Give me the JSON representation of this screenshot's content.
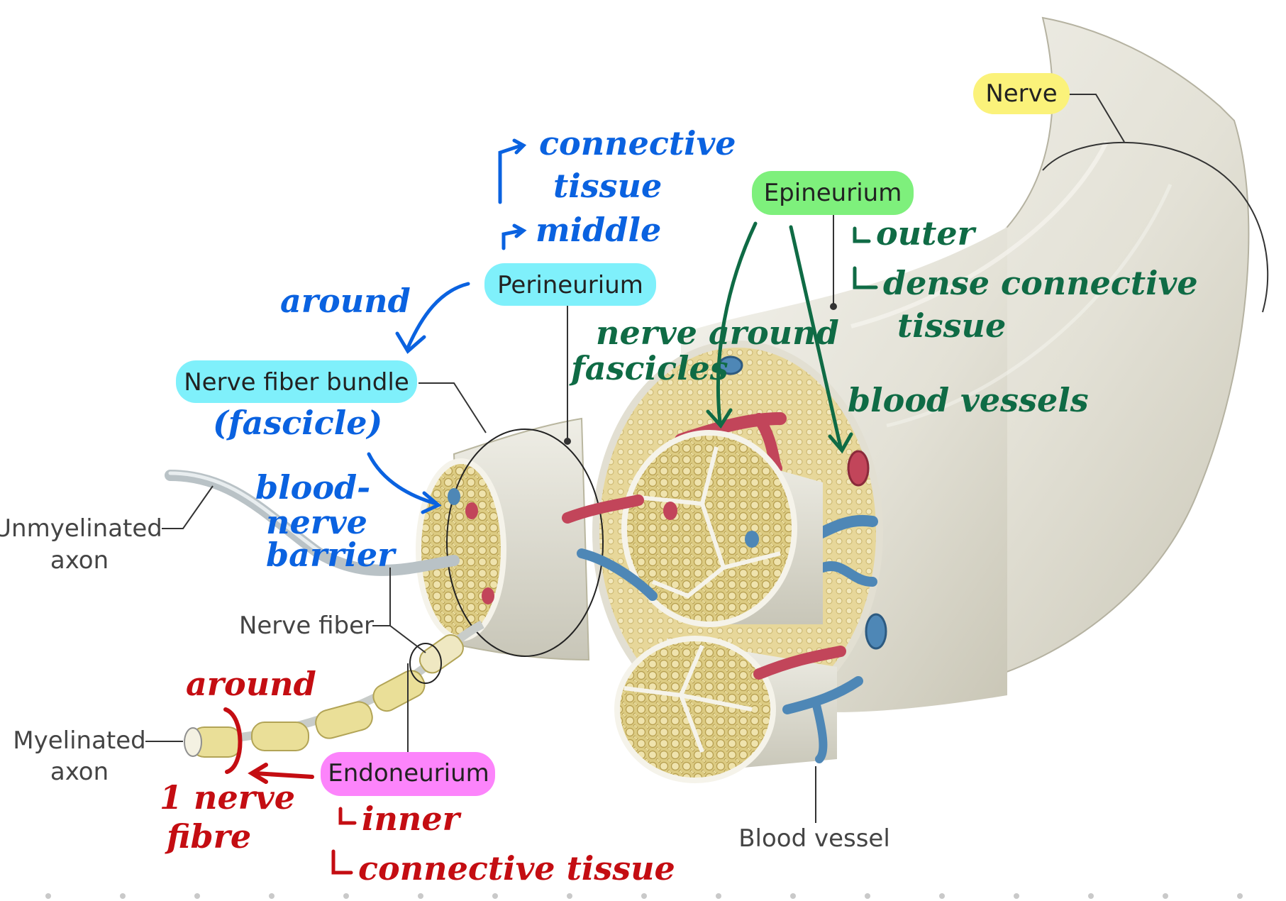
{
  "labels": {
    "nerve": "Nerve",
    "epineurium": "Epineurium",
    "perineurium": "Perineurium",
    "nerve_fiber_bundle": "Nerve fiber bundle",
    "unmyelinated_axon_line1": "Unmyelinated",
    "unmyelinated_axon_line2": "axon",
    "nerve_fiber": "Nerve fiber",
    "myelinated_axon_line1": "Myelinated",
    "myelinated_axon_line2": "axon",
    "endoneurium": "Endoneurium",
    "blood_vessel": "Blood vessel"
  },
  "annotations": {
    "blue": {
      "connective_line1": "connective",
      "connective_line2": "tissue",
      "middle": "middle",
      "around": "around",
      "fascicle": "(fascicle)",
      "bnb_line1": "blood-",
      "bnb_line2": "nerve",
      "bnb_line3": "barrier"
    },
    "green": {
      "outer": "outer",
      "dense_line1": "dense connective",
      "dense_line2": "tissue",
      "nerve_around_line1": "nerve around",
      "nerve_around_line2": "fascicles",
      "blood_vessels": "blood vessels"
    },
    "red": {
      "around": "around",
      "one_nerve_line1": "1 nerve",
      "one_nerve_line2": "fibre",
      "inner": "inner",
      "connective": "connective tissue"
    }
  },
  "colors": {
    "nerve_tag": "#fbf27a",
    "epineurium_tag": "#7ef07c",
    "perineurium_tag": "#7ff0fb",
    "bundle_tag": "#7ff0fb",
    "endoneurium_tag": "#fc84fb",
    "blue_ink": "#0a62e0",
    "green_ink": "#0f6b45",
    "red_ink": "#c40d12",
    "nerve_body": "#e4e2d6",
    "fascicle_fill": "#dcca7f",
    "artery": "#c2455a",
    "vein": "#4e87b6"
  }
}
